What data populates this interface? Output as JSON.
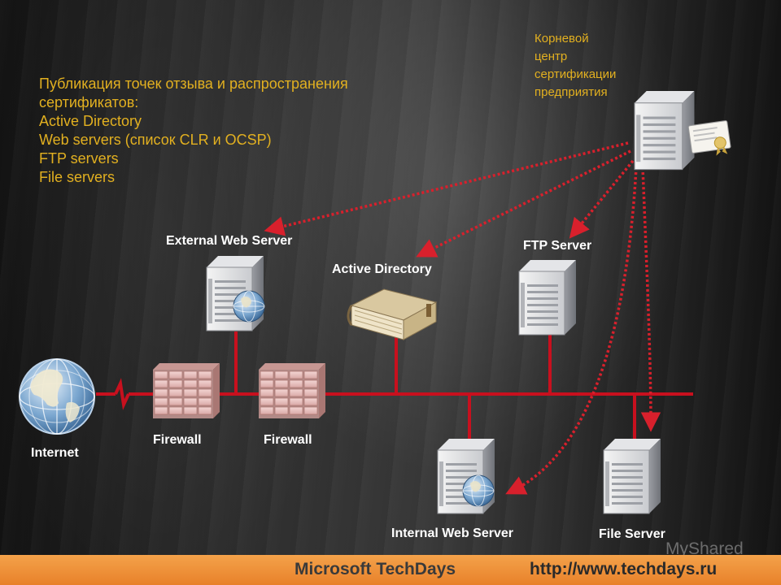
{
  "intro": {
    "lines": [
      "Публикация точек отзыва и распространения",
      "сертификатов:",
      "Active Directory",
      "Web servers (список CLR и OCSP)",
      "FTP servers",
      "File servers"
    ]
  },
  "root_ca": {
    "lines": [
      "Корневой",
      "центр",
      "сертификации",
      "предприятия"
    ]
  },
  "nodes": {
    "internet": "Internet",
    "firewall_1": "Firewall",
    "firewall_2": "Firewall",
    "external_web_server": "External Web Server",
    "active_directory": "Active Directory",
    "ftp_server": "FTP Server",
    "internal_web_server": "Internal Web Server",
    "file_server": "File Server"
  },
  "footer": {
    "brand": "Microsoft TechDays",
    "url": "http://www.techdays.ru"
  },
  "watermark": "MyShared",
  "colors": {
    "network_line": "#c8101e",
    "arrow": "#d8202c",
    "intro_text": "#e2b020",
    "footer_bg": "#ee8c30"
  }
}
